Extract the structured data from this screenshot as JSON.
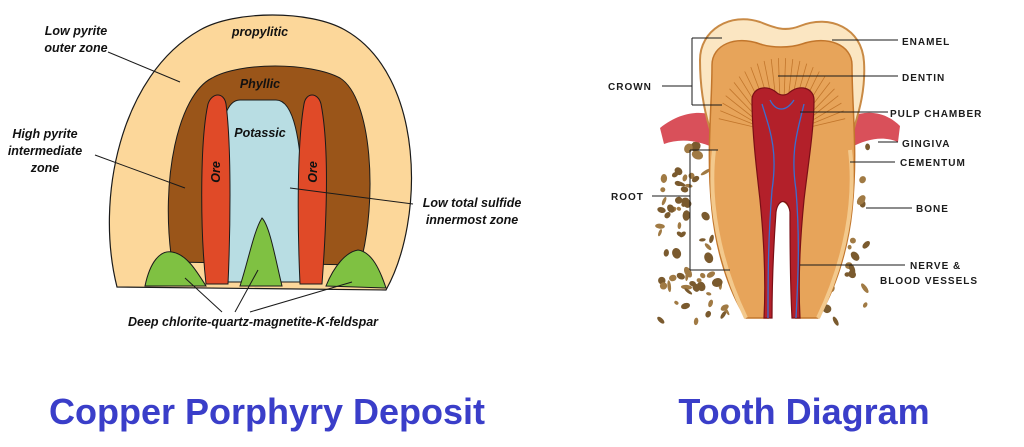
{
  "copper": {
    "title": "Copper Porphyry Deposit",
    "zones": {
      "propylitic": "propylitic",
      "phyllic": "Phyllic",
      "potassic": "Potassic",
      "ore_left": "Ore",
      "ore_right": "Ore"
    },
    "callouts": {
      "low_pyrite_1": "Low pyrite",
      "low_pyrite_2": "outer zone",
      "high_pyrite_1": "High pyrite",
      "high_pyrite_2": "intermediate",
      "high_pyrite_3": "zone",
      "low_sulfide_1": "Low total sulfide",
      "low_sulfide_2": "innermost zone",
      "deep": "Deep chlorite-quartz-magnetite-K-feldspar"
    },
    "colors": {
      "propylitic": "#fcd79a",
      "phyllic": "#9a5519",
      "potassic": "#b8dde3",
      "ore": "#e04a28",
      "deep": "#7fc142"
    }
  },
  "tooth": {
    "title": "Tooth Diagram",
    "labels": {
      "crown": "CROWN",
      "root": "ROOT",
      "enamel": "ENAMEL",
      "dentin": "DENTIN",
      "pulp_chamber": "PULP CHAMBER",
      "gingiva": "GINGIVA",
      "cementum": "CEMENTUM",
      "bone": "BONE",
      "nerve_1": "NERVE &",
      "nerve_2": "BLOOD VESSELS"
    },
    "colors": {
      "enamel": "#fbe6c2",
      "dentin": "#e7a45a",
      "pulp": "#b3202a",
      "gingiva": "#d9505a",
      "bone": "#7a5a2e"
    }
  }
}
